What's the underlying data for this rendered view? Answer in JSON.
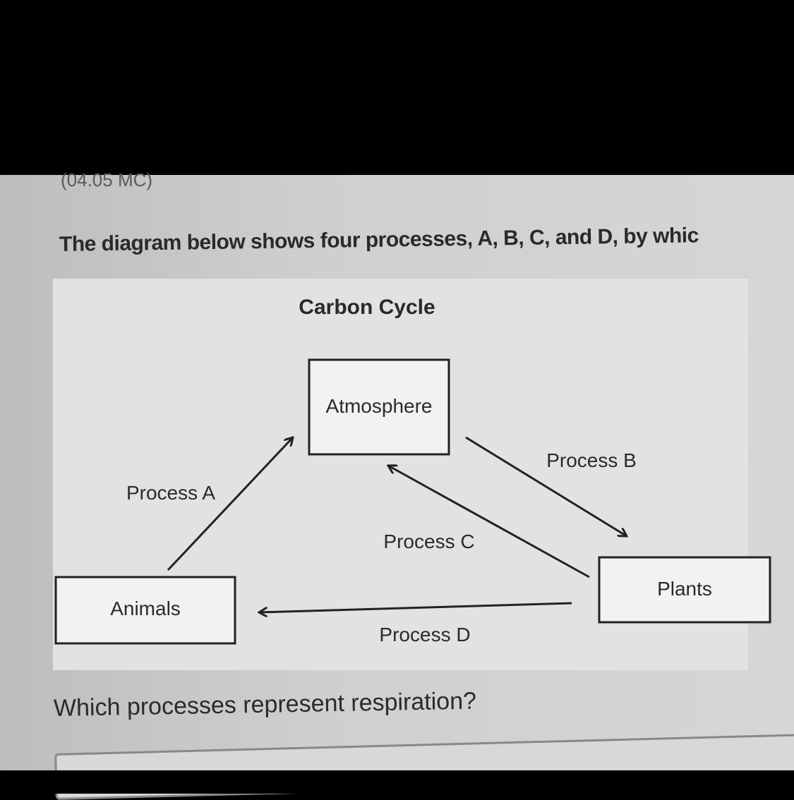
{
  "question": {
    "code": "(04.05 MC)",
    "prompt": "The diagram below shows four processes, A, B, C, and D, by whic",
    "text": "Which processes represent respiration?"
  },
  "diagram": {
    "title": "Carbon Cycle",
    "nodes": {
      "atmosphere": "Atmosphere",
      "animals": "Animals",
      "plants": "Plants"
    },
    "edges": [
      {
        "label": "Process A",
        "from": "Animals",
        "to": "Atmosphere"
      },
      {
        "label": "Process B",
        "from": "Atmosphere",
        "to": "Plants"
      },
      {
        "label": "Process C",
        "from": "Plants",
        "to": "Atmosphere"
      },
      {
        "label": "Process D",
        "from": "Plants",
        "to": "Animals"
      }
    ]
  }
}
